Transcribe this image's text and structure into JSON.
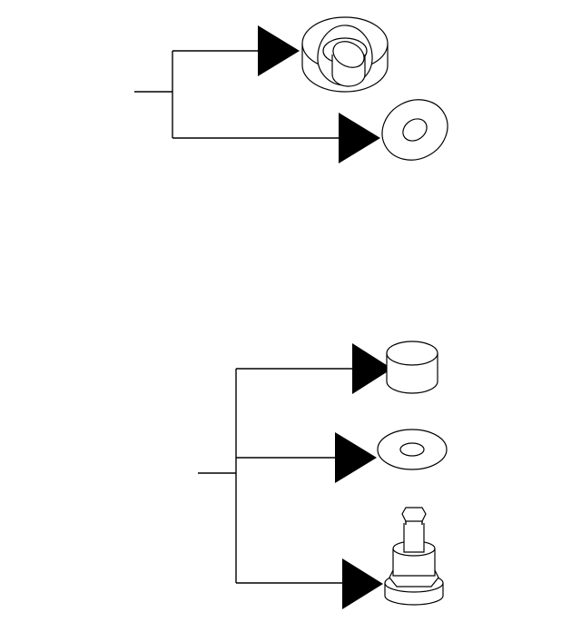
{
  "diagram": {
    "type": "exploded-parts-tree",
    "colors": {
      "line": "#000000",
      "background": "#ffffff"
    },
    "groups": [
      {
        "id": "upper-assembly",
        "parts": [
          {
            "id": "stepped-bushing",
            "icon": "stepped-bushing-icon"
          },
          {
            "id": "washer",
            "icon": "washer-icon"
          }
        ]
      },
      {
        "id": "lower-assembly",
        "parts": [
          {
            "id": "cylinder-cap",
            "icon": "cylinder-cap-icon"
          },
          {
            "id": "washer",
            "icon": "washer-icon"
          },
          {
            "id": "hex-shaft-nozzle",
            "icon": "hex-shaft-nozzle-icon"
          }
        ]
      }
    ]
  }
}
